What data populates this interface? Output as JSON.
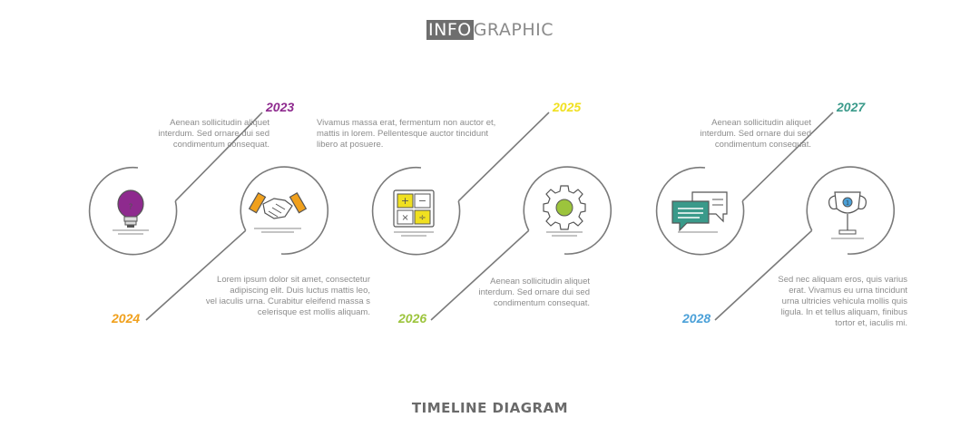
{
  "header": {
    "highlight": "INFO",
    "rest": "GRAPHIC"
  },
  "footer": {
    "title": "TIMELINE  DIAGRAM"
  },
  "colors": {
    "line": "#7a7a7a",
    "y2023": "#8e2a8e",
    "y2024": "#f0a01c",
    "y2025": "#f0e020",
    "y2026": "#9cc43c",
    "y2027": "#3a9a8a",
    "y2028": "#4aa0d8"
  },
  "milestones": [
    {
      "year": "2023",
      "icon": "lightbulb-icon",
      "color": "#8e2a8e",
      "text": [
        "Aenean sollicitudin aliquet",
        "interdum. Sed ornare dui sed",
        "condimentum consequat."
      ]
    },
    {
      "year": "2024",
      "icon": "handshake-icon",
      "color": "#f0a01c",
      "text": [
        "Lorem ipsum dolor sit amet, consectetur",
        "adipiscing elit. Duis luctus mattis leo,",
        "vel iaculis urna. Curabitur eleifend massa s",
        "celerisque est mollis aliquam."
      ]
    },
    {
      "year": "2025",
      "icon": "calculator-icon",
      "color": "#f0e020",
      "text": [
        "Vivamus massa erat, fermentum non auctor et,",
        "mattis in lorem. Pellentesque auctor tincidunt",
        "libero at posuere."
      ]
    },
    {
      "year": "2026",
      "icon": "gear-icon",
      "color": "#9cc43c",
      "text": [
        "Aenean sollicitudin aliquet",
        "interdum. Sed ornare dui sed",
        "condimentum consequat."
      ]
    },
    {
      "year": "2027",
      "icon": "chat-bubbles-icon",
      "color": "#3a9a8a",
      "text": [
        "Aenean sollicitudin aliquet",
        "interdum. Sed ornare dui sed",
        "condimentum consequat."
      ]
    },
    {
      "year": "2028",
      "icon": "trophy-icon",
      "color": "#4aa0d8",
      "text": [
        "Sed nec aliquam eros, quis varius",
        "erat. Vivamus eu urna tincidunt",
        "urna ultricies vehicula mollis quis",
        "ligula. In et tellus aliquam, finibus",
        "tortor et, iaculis mi."
      ]
    }
  ]
}
